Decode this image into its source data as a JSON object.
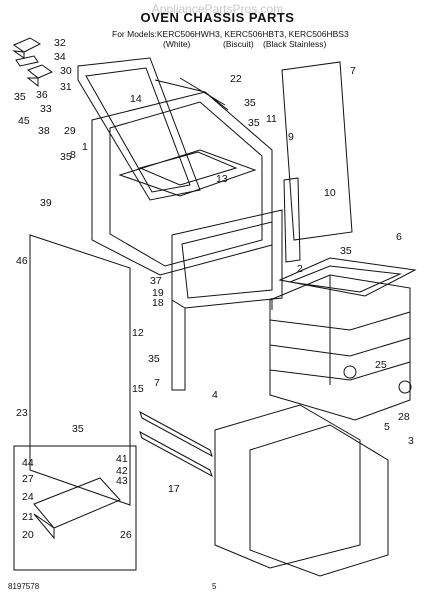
{
  "watermark": "AppliancePartsPros.com",
  "title": "OVEN CHASSIS PARTS",
  "models_line": "For Models:KERC506HWH3, KERC506HBT3, KERC506HBS3",
  "variants": [
    "(White)",
    "(Biscuit)",
    "(Black Stainless)"
  ],
  "doc_number": "8197578",
  "page_number": "5",
  "callouts": [
    "32",
    "34",
    "30",
    "31",
    "35",
    "36",
    "33",
    "14",
    "1",
    "22",
    "35",
    "7",
    "45",
    "38",
    "29",
    "35",
    "8",
    "9",
    "11",
    "35",
    "13",
    "10",
    "39",
    "35",
    "46",
    "6",
    "2",
    "37",
    "19",
    "18",
    "12",
    "35",
    "7",
    "25",
    "15",
    "4",
    "28",
    "35",
    "5",
    "3",
    "23",
    "41",
    "42",
    "44",
    "27",
    "43",
    "24",
    "17",
    "21",
    "26",
    "20"
  ]
}
